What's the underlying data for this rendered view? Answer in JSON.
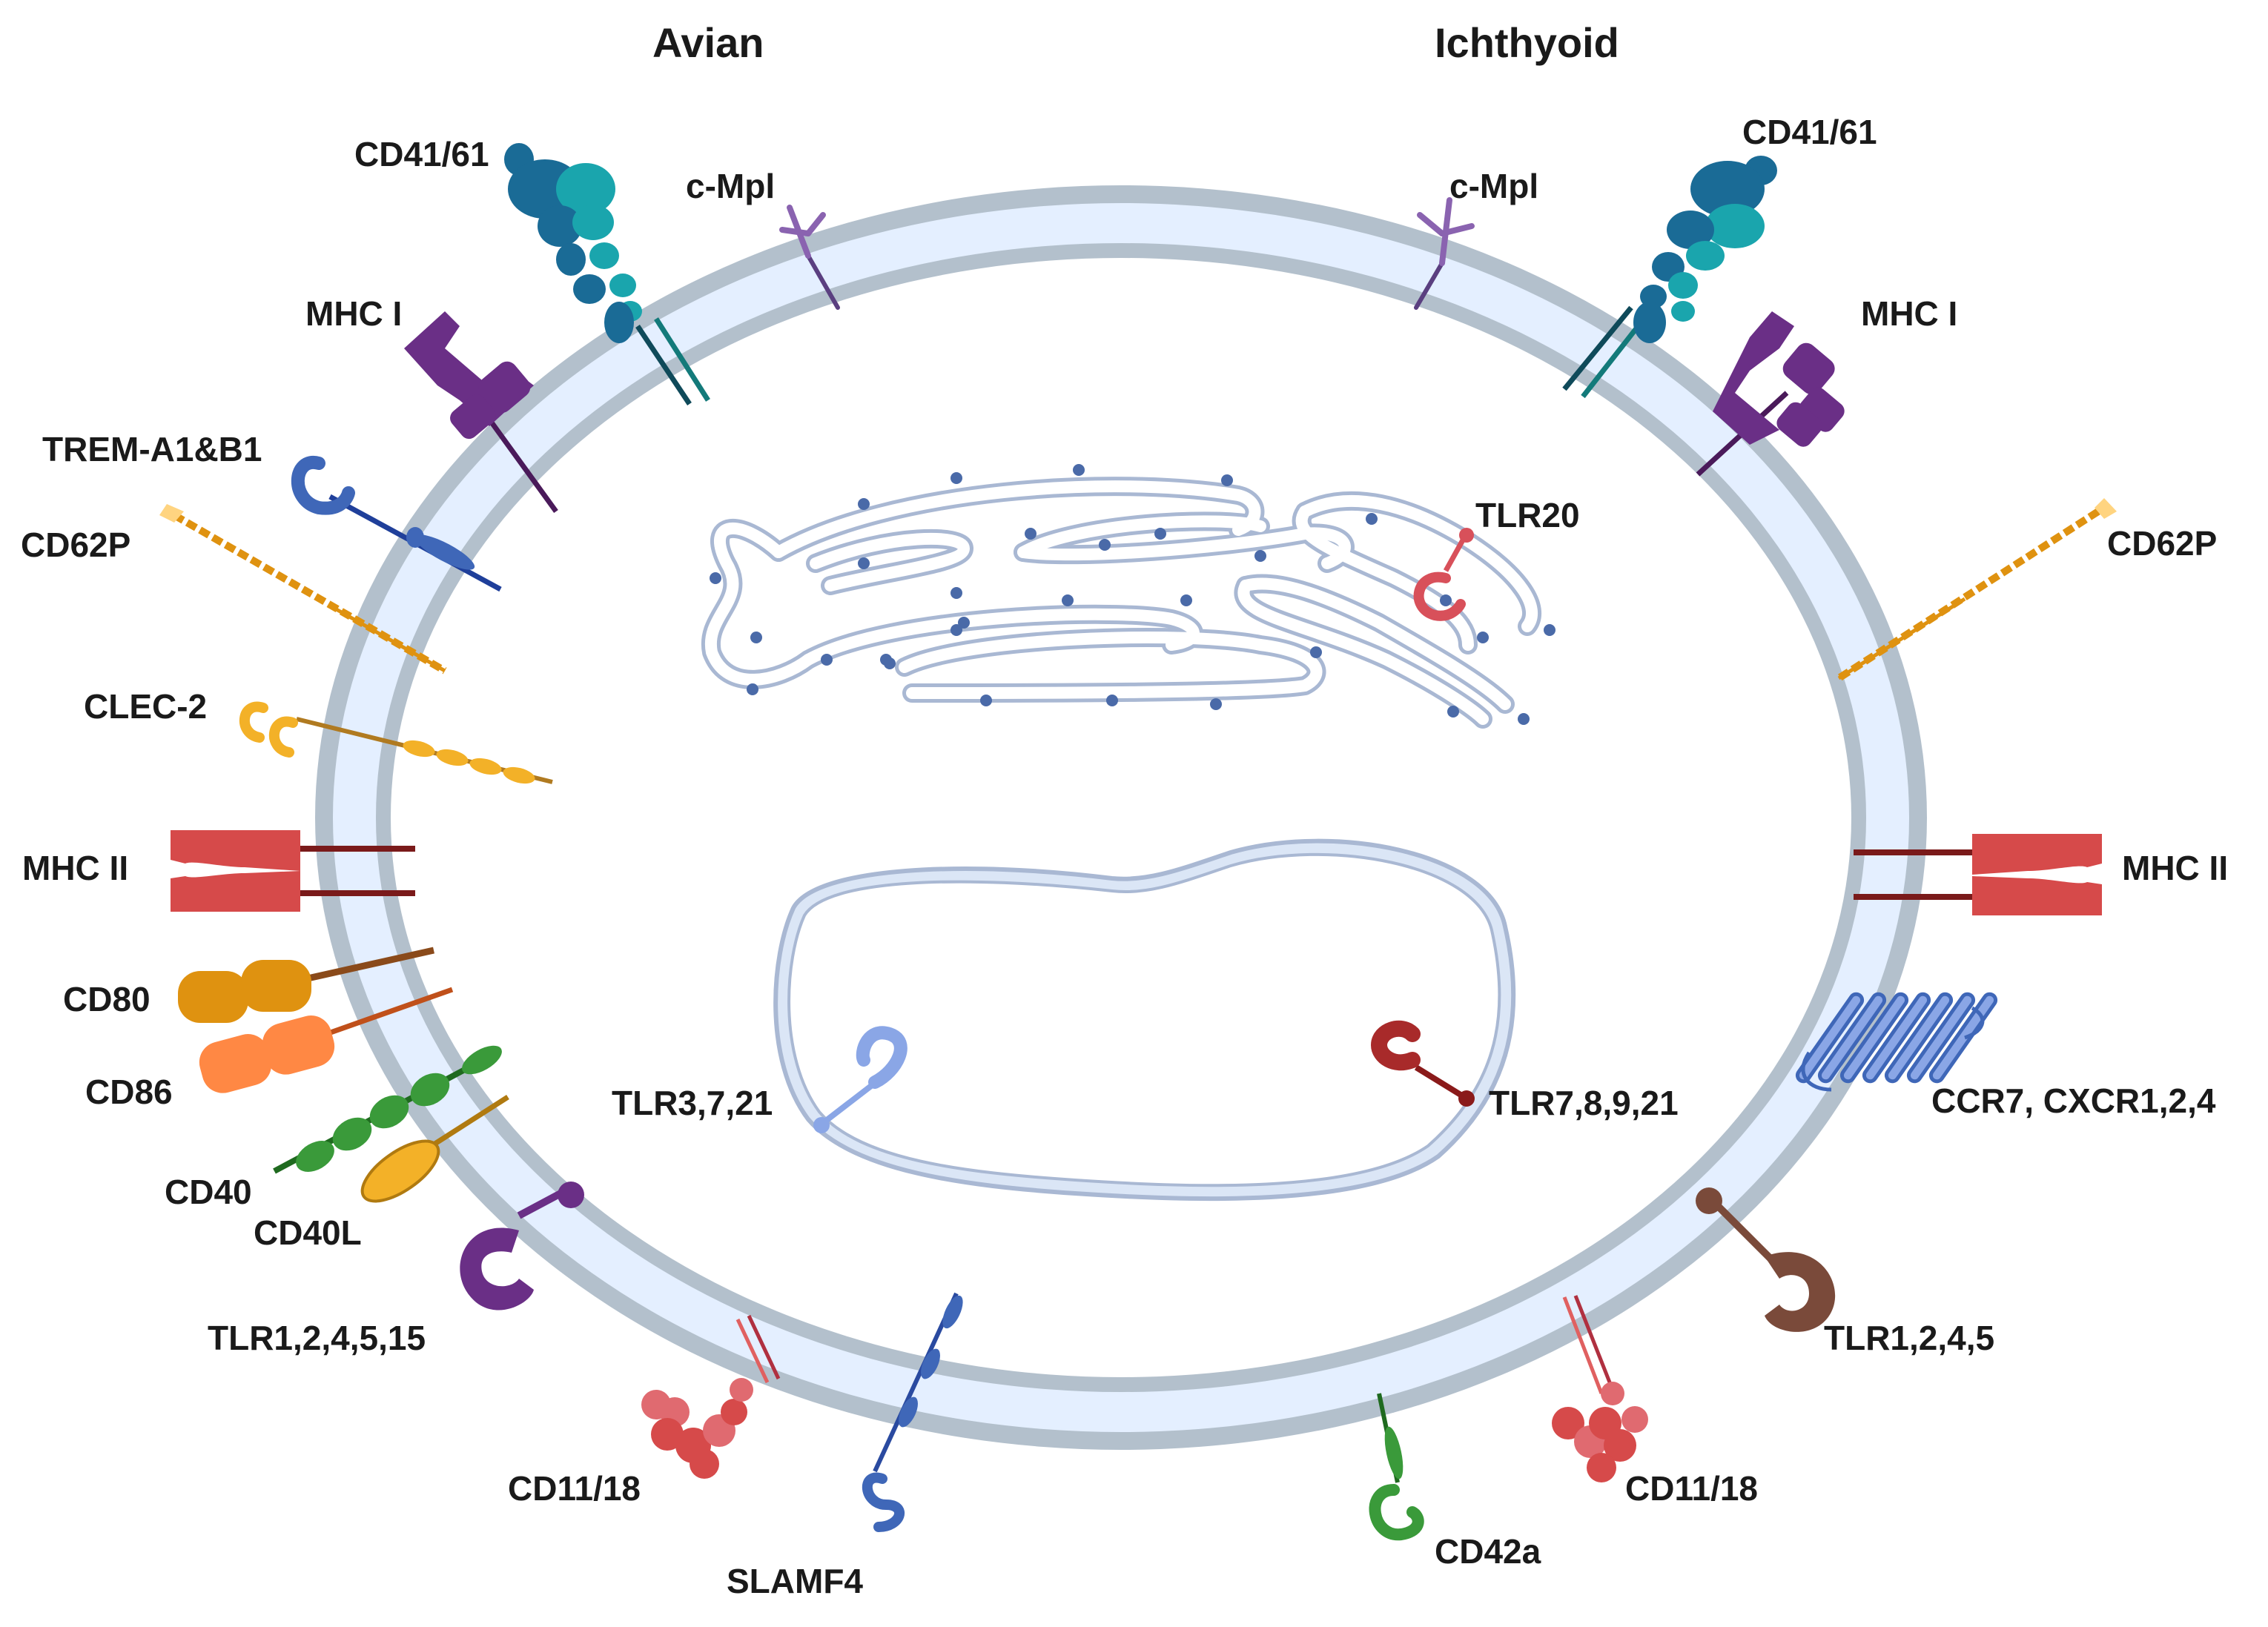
{
  "headings": {
    "left": "Avian",
    "right": "Ichthyoid"
  },
  "labels": {
    "cd41_61_left": "CD41/61",
    "cmpl_left": "c-Mpl",
    "mhc1_left": "MHC I",
    "trem": "TREM-A1&B1",
    "cd62p_left": "CD62P",
    "clec2": "CLEC-2",
    "mhc2_left": "MHC II",
    "cd80": "CD80",
    "cd86": "CD86",
    "cd40": "CD40",
    "cd40l": "CD40L",
    "tlr_left": "TLR1,2,4,5,15",
    "cd11_18_left": "CD11/18",
    "slamf4": "SLAMF4",
    "cd41_61_right": "CD41/61",
    "cmpl_right": "c-Mpl",
    "mhc1_right": "MHC I",
    "cd62p_right": "CD62P",
    "mhc2_right": "MHC II",
    "ccr7": "CCR7, CXCR1,2,4",
    "tlr_right": "TLR1,2,4,5",
    "cd11_18_right": "CD11/18",
    "cd42a": "CD42a",
    "tlr20": "TLR20",
    "tlr3": "TLR3,7,21",
    "tlr7": "TLR7,8,9,21"
  },
  "colors": {
    "membrane_outer": "#b3c0cc",
    "membrane_inner": "#e4efff",
    "er_stroke": "#a9b8d3",
    "er_dot": "#4a6aa8",
    "teal_dark": "#1a6b96",
    "teal_light": "#1aa5ad",
    "purple": "#6a2f86",
    "blue": "#3f67b8",
    "orange_yellow": "#f3b128",
    "red": "#d64a4a",
    "dark_red": "#7a1a1a",
    "orange": "#df9210",
    "light_orange": "#ff8844",
    "green": "#3a9a3a",
    "brown": "#7a4a3a",
    "pink": "#d8505a",
    "light_blue": "#8aa6e6"
  }
}
